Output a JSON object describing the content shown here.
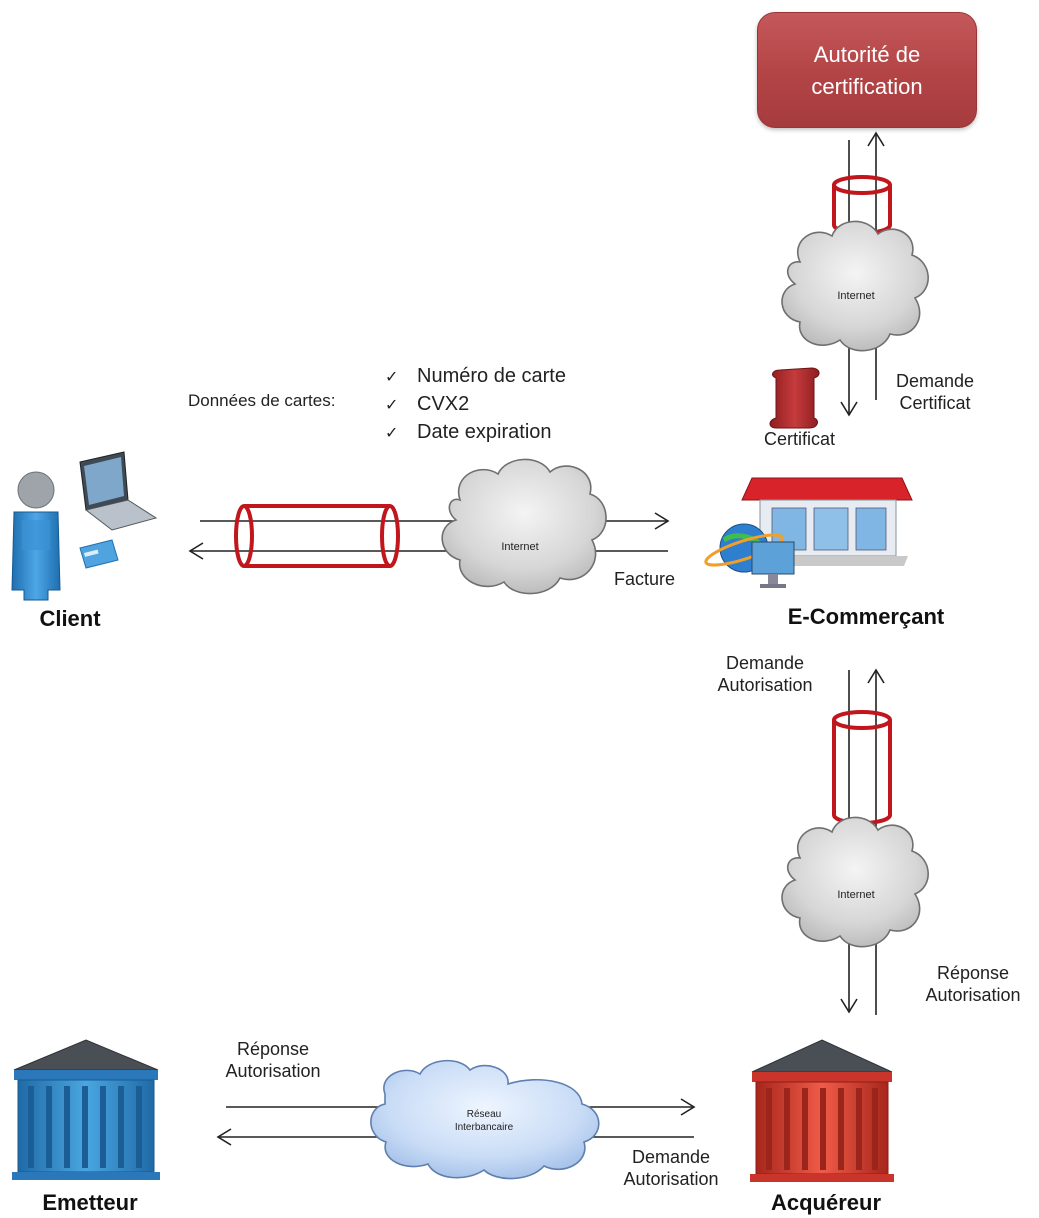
{
  "authority": {
    "label_line1": "Autorité de",
    "label_line2": "certification",
    "color": "#b24446"
  },
  "entities": {
    "client": "Client",
    "merchant": "E-Commerçant",
    "issuer": "Emetteur",
    "acquirer": "Acquéreur"
  },
  "card_data": {
    "heading": "Données de cartes:",
    "items": [
      "Numéro de carte",
      "CVX2",
      "Date expiration"
    ]
  },
  "clouds": {
    "top": "Internet",
    "middle": "Internet",
    "right": "Internet",
    "interbank_line1": "Réseau",
    "interbank_line2": "Interbancaire"
  },
  "labels": {
    "facture": "Facture",
    "certificat": "Certificat",
    "demande_certificat_1": "Demande",
    "demande_certificat_2": "Certificat",
    "demande_autorisation_top_1": "Demande",
    "demande_autorisation_top_2": "Autorisation",
    "reponse_autorisation_right_1": "Réponse",
    "reponse_autorisation_right_2": "Autorisation",
    "reponse_autorisation_left_1": "Réponse",
    "reponse_autorisation_left_2": "Autorisation",
    "demande_autorisation_bottom_1": "Demande",
    "demande_autorisation_bottom_2": "Autorisation"
  },
  "colors": {
    "tunnel": "#c0161c",
    "cloud_gray": "#d9d9d9",
    "cloud_blue": "#cfe0f7",
    "bank_blue": "#2f8ccc",
    "bank_red": "#d8392c"
  }
}
